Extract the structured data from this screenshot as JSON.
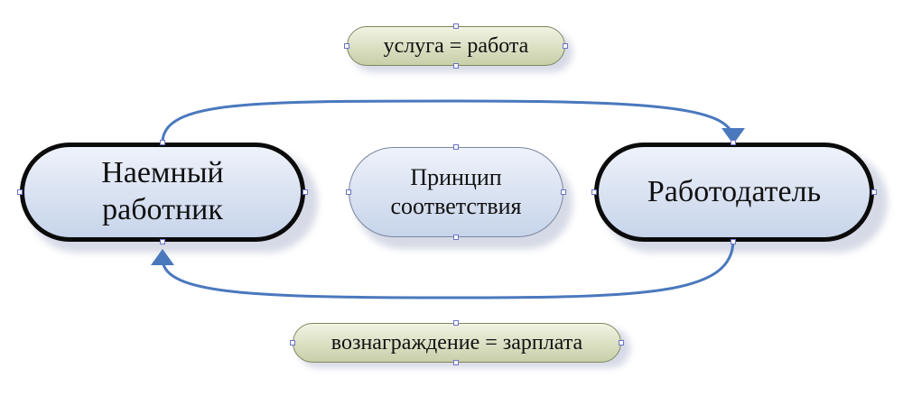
{
  "nodes": {
    "worker": {
      "line1": "Наемный",
      "line2": "работник"
    },
    "principle": {
      "line1": "Принцип",
      "line2": "соответствия"
    },
    "employer": {
      "label": "Работодатель"
    }
  },
  "labels": {
    "top": "услуга = работа",
    "bottom": "вознаграждение = зарплата"
  },
  "colors": {
    "arrow": "#4a78bd",
    "node_fill_top": "#eef2fa",
    "node_fill_bottom": "#c7d4ea",
    "label_fill_top": "#f1f3e2",
    "label_fill_bottom": "#c8cfa9",
    "node_border": "#0b0b0b"
  }
}
